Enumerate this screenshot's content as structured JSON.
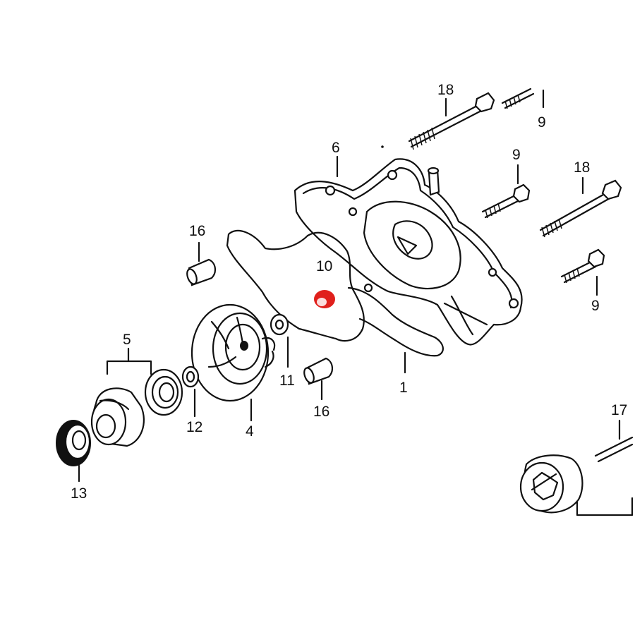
{
  "diagram": {
    "highlight_color": "#e0201c",
    "line_color": "#111111",
    "background": "#ffffff",
    "callouts": {
      "c18_top": "18",
      "c9_topright": "9",
      "c6": "6",
      "c9_mid": "9",
      "c18_right": "18",
      "c16_top": "16",
      "c10": "10",
      "c9_lower": "9",
      "c5": "5",
      "c11": "11",
      "c1": "1",
      "c12": "12",
      "c4": "4",
      "c16_bottom": "16",
      "c17": "17",
      "c13": "13"
    }
  }
}
